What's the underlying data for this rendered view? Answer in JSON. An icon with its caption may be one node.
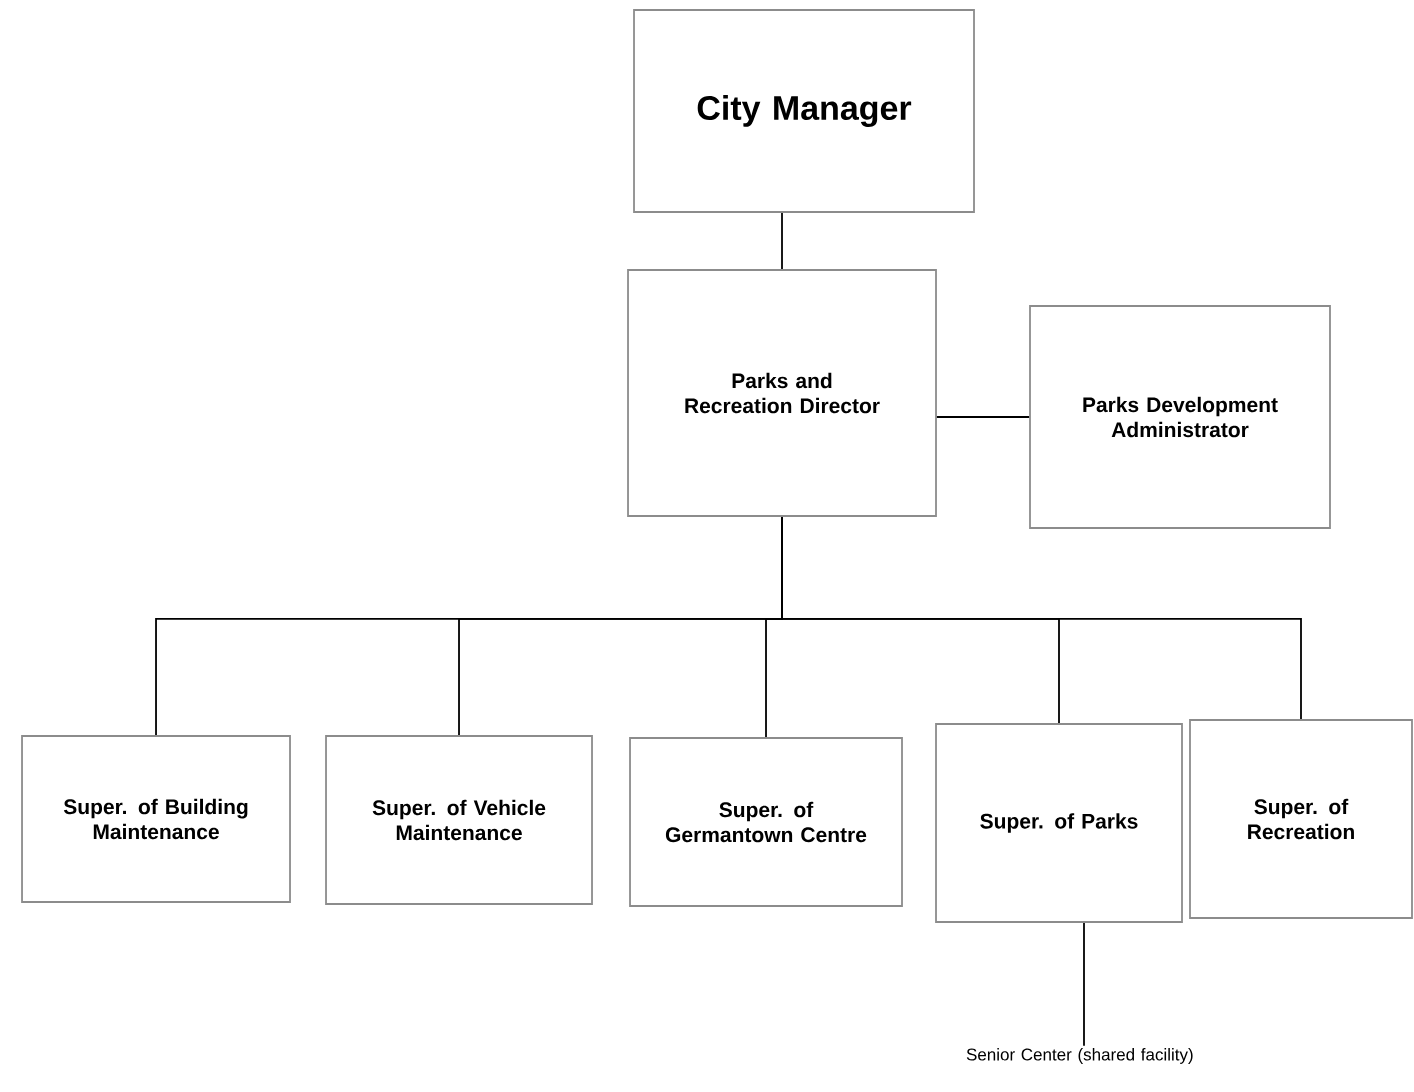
{
  "diagram": {
    "nodes": [
      {
        "text": [
          "City Manager"
        ]
      },
      {
        "text": [
          "Parks and Recreation Director"
        ]
      },
      {
        "text": [
          "Parks Development Administrator"
        ]
      },
      {
        "text": [
          "Super. of Building Maintenance"
        ]
      },
      {
        "text": [
          "Super. of Vehicle Maintenance"
        ]
      },
      {
        "text": [
          "Super. of Germantown Centre"
        ]
      },
      {
        "text": [
          "Super. of Parks"
        ]
      },
      {
        "text": [
          "Super. of Recreation"
        ]
      },
      {
        "text": [
          "Senior Center (shared facility)"
        ]
      }
    ],
    "edges": [
      {
        "from": 0,
        "to": 1,
        "arrow": "none"
      },
      {
        "from": 1,
        "to": 2,
        "arrow": "none"
      },
      {
        "from": 1,
        "to": 3,
        "arrow": "none"
      },
      {
        "from": 1,
        "to": 4,
        "arrow": "none"
      },
      {
        "from": 1,
        "to": 5,
        "arrow": "none"
      },
      {
        "from": 1,
        "to": 6,
        "arrow": "none"
      },
      {
        "from": 1,
        "to": 7,
        "arrow": "none"
      },
      {
        "from": 6,
        "to": 8,
        "arrow": "none"
      }
    ]
  }
}
